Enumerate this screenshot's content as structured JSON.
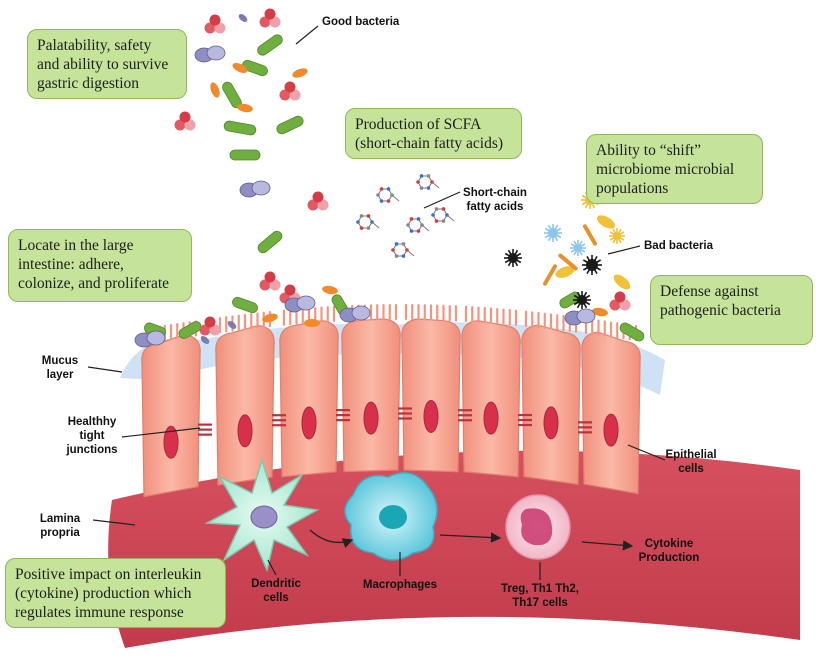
{
  "callouts": {
    "palatability": "Palatability, safety\nand ability to survive\ngastric digestion",
    "scfa": "Production of SCFA\n(short-chain fatty acids)",
    "shift": "Ability to “shift”\nmicrobiome microbial\npopulations",
    "locate": "Locate in the large\nintestine: adhere,\ncolonize, and proliferate",
    "defense": "Defense against\npathogenic bacteria",
    "interleukin": "Positive impact on interleukin\n(cytokine) production which\nregulates immune response"
  },
  "labels": {
    "good_bacteria": "Good bacteria",
    "short_chain": "Short-chain\nfatty acids",
    "bad_bacteria": "Bad bacteria",
    "mucus_layer": "Mucus\nlayer",
    "tight_junctions": "Healthhy\ntight\njunctions",
    "epithelial": "Epithelial\ncells",
    "lamina_propria": "Lamina\npropria",
    "dendritic": "Dendritic\ncells",
    "macrophages": "Macrophages",
    "treg": "Treg, Th1 Th2,\nTh17 cells",
    "cytokine": "Cytokine\nProduction"
  },
  "colors": {
    "callout_fill": "#c6e39a",
    "lamina": "#cc4455",
    "epithelium": "#f4a592",
    "mucus": "#b9d3ee",
    "nucleus": "#d8304a"
  }
}
